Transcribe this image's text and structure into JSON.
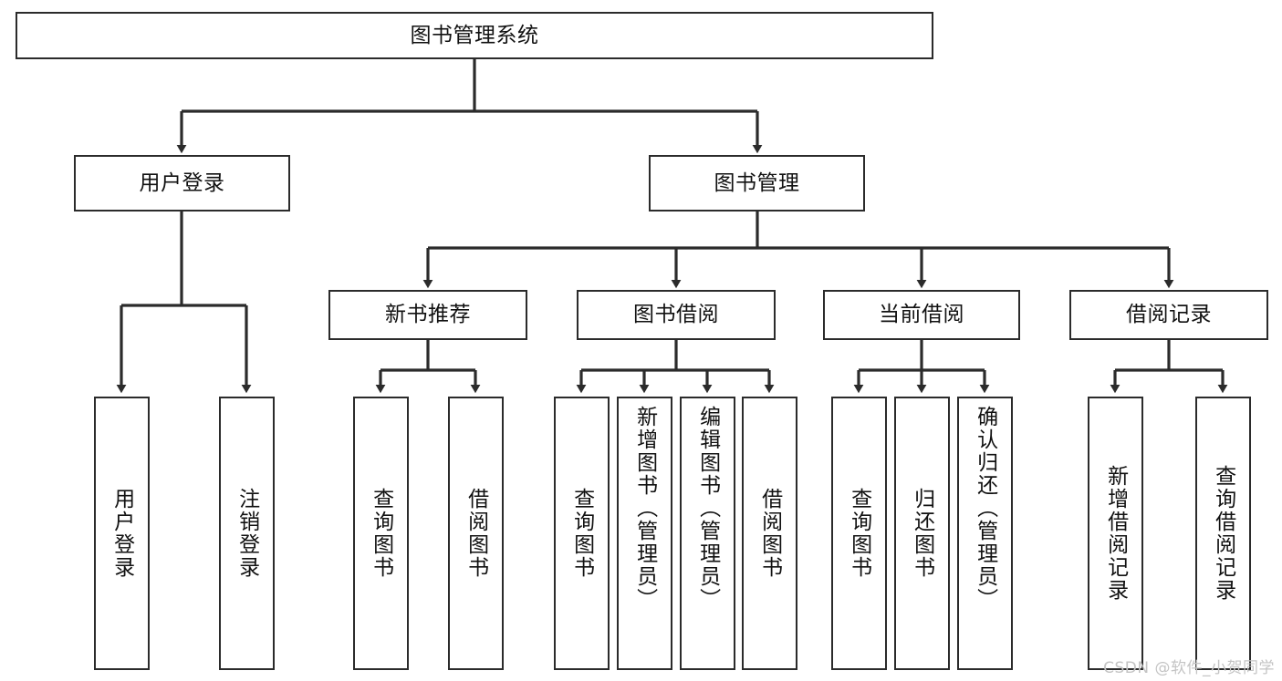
{
  "diagram": {
    "title": "图书管理系统",
    "type": "functional-structure-tree",
    "watermark": "CSDN @软件_小贺同学",
    "colors": {
      "box_border": "#2b2b2b",
      "box_fill": "#ffffff",
      "edge": "#2b2b2b",
      "text": "#111111",
      "watermark": "#c4c4c4",
      "background": "#ffffff"
    },
    "levels": {
      "root": {
        "label": "图书管理系统"
      },
      "level2": [
        {
          "label": "用户登录"
        },
        {
          "label": "图书管理"
        }
      ],
      "level3": [
        {
          "label": "新书推荐"
        },
        {
          "label": "图书借阅"
        },
        {
          "label": "当前借阅"
        },
        {
          "label": "借阅记录"
        }
      ],
      "leaves": [
        {
          "label": "用户登录",
          "parent": "用户登录"
        },
        {
          "label": "注销登录",
          "parent": "用户登录"
        },
        {
          "label": "查询图书",
          "parent": "新书推荐"
        },
        {
          "label": "借阅图书",
          "parent": "新书推荐"
        },
        {
          "label": "查询图书",
          "parent": "图书借阅"
        },
        {
          "label": "新增图书（管理员）",
          "parent": "图书借阅"
        },
        {
          "label": "编辑图书（管理员）",
          "parent": "图书借阅"
        },
        {
          "label": "借阅图书",
          "parent": "图书借阅"
        },
        {
          "label": "查询图书",
          "parent": "当前借阅"
        },
        {
          "label": "归还图书",
          "parent": "当前借阅"
        },
        {
          "label": "确认归还（管理员）",
          "parent": "当前借阅"
        },
        {
          "label": "新增借阅记录",
          "parent": "借阅记录"
        },
        {
          "label": "查询借阅记录",
          "parent": "借阅记录"
        }
      ]
    }
  }
}
